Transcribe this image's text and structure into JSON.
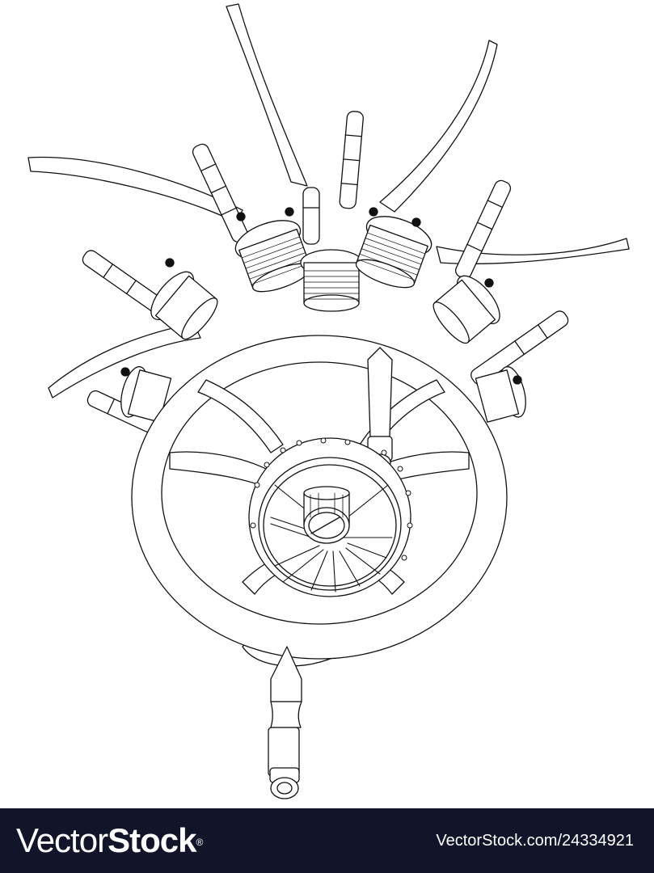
{
  "illustration": {
    "subject": "radial aircraft engine with propeller, line art",
    "stroke_color": "#111111",
    "background_color": "#ffffff"
  },
  "watermark": {
    "brand_light": "Vector",
    "brand_bold": "Stock",
    "registered_mark": "®",
    "credit": "VectorStock.com/24334921",
    "background_color": "#12142a",
    "text_color": "#ffffff"
  }
}
